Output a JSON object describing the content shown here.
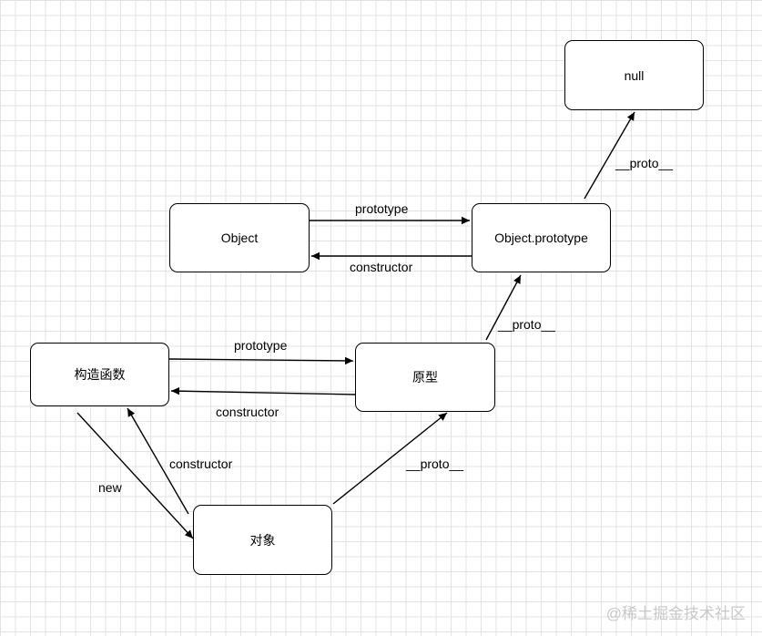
{
  "diagram": {
    "nodes": {
      "null": "null",
      "object": "Object",
      "object_prototype": "Object.prototype",
      "constructor_fn": "构造函数",
      "prototype_obj": "原型",
      "instance": "对象"
    },
    "edges": {
      "object_prototype_link": "prototype",
      "object_constructor_link": "constructor",
      "objproto_to_null": "__proto__",
      "proto_to_objproto": "__proto__",
      "ctor_prototype_link": "prototype",
      "ctor_constructor_link": "constructor",
      "instance_constructor_link": "constructor",
      "new_link": "new",
      "instance_proto_link": "__proto__"
    }
  },
  "watermark": "@稀土掘金技术社区"
}
